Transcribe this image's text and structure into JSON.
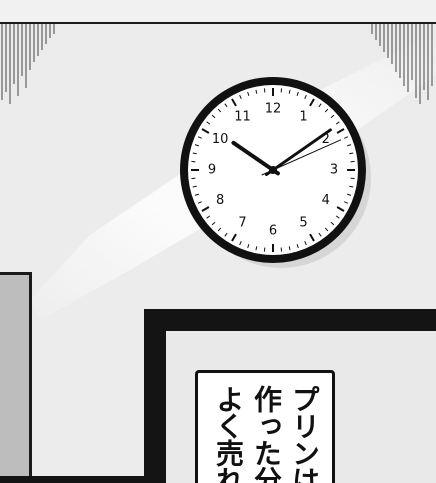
{
  "clock": {
    "numerals": [
      "12",
      "1",
      "2",
      "3",
      "4",
      "5",
      "6",
      "7",
      "8",
      "9",
      "10",
      "11"
    ],
    "time": {
      "hour": 10,
      "minute": 9,
      "second": 11
    }
  },
  "caption": {
    "lines": [
      "プリンは",
      "作った分",
      "よく売れ"
    ]
  },
  "colors": {
    "wall": "#ececec",
    "ink": "#141414",
    "clock_face": "#ffffff",
    "clock_shadow": "#d6d6d6",
    "pillar": "#bdbdbd"
  },
  "icons": [
    "wall-clock-icon",
    "ceiling-vent-icon"
  ]
}
